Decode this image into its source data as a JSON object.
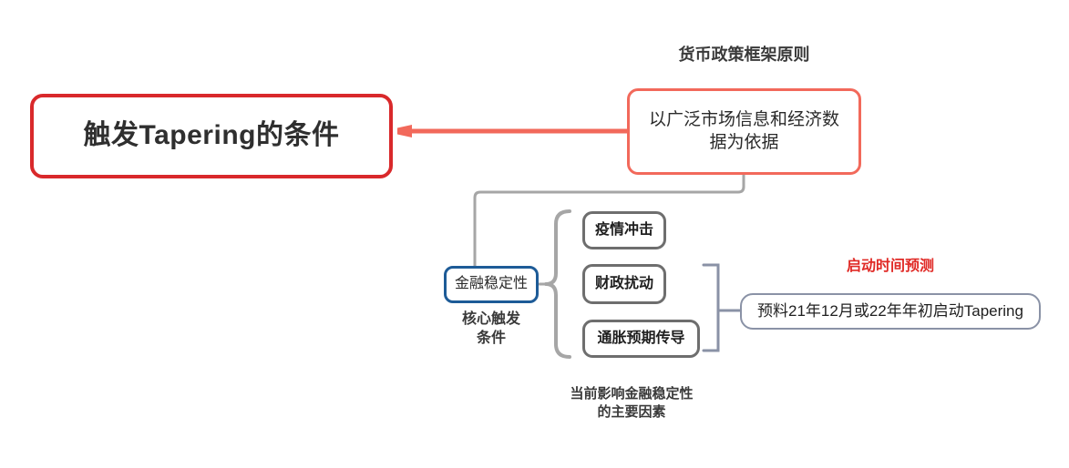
{
  "diagram": {
    "type": "mind-map",
    "background": "#ffffff",
    "root": {
      "label": "触发Tapering的条件",
      "border_color": "#d9292b"
    },
    "policy": {
      "caption": "货币政策框架原则",
      "label": "以广泛市场信息和经济数据为依据",
      "border_color": "#f2695b"
    },
    "stability": {
      "label": "金融稳定性",
      "caption": "核心触发\n条件",
      "border_color": "#1d5b97"
    },
    "factors": {
      "caption": "当前影响金融稳定性\n的主要因素",
      "border_color": "#6e6e6e",
      "items": [
        {
          "label": "疫情冲击"
        },
        {
          "label": "财政扰动"
        },
        {
          "label": "通胀预期传导"
        }
      ]
    },
    "prediction": {
      "caption": "启动时间预测",
      "caption_color": "#e02a26",
      "label": "预料21年12月或22年年初启动Tapering",
      "border_color": "#8a92a6"
    },
    "connectors": {
      "root_to_policy_color": "#f2695b",
      "policy_to_stability_color": "#a6a6a6",
      "brace_color": "#a6a6a6",
      "bracket_color": "#8a92a6"
    }
  }
}
